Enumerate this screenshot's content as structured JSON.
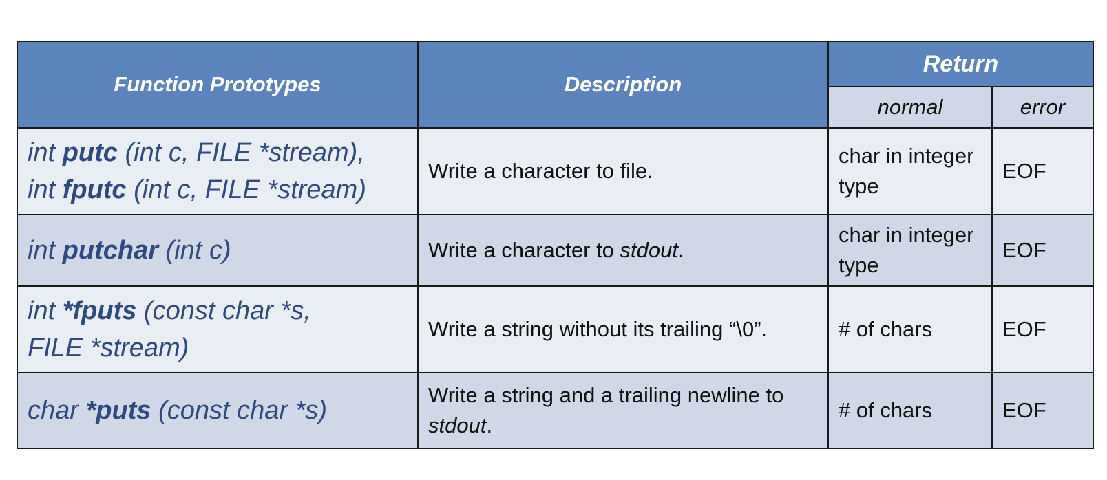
{
  "header": {
    "function_prototypes": "Function Prototypes",
    "description": "Description",
    "return": "Return",
    "normal": "normal",
    "error": "error"
  },
  "rows": [
    {
      "proto_lines": [
        {
          "a": "int ",
          "b": "putc",
          "c": " (int c, FILE *stream),"
        },
        {
          "a": "int ",
          "b": "fputc",
          "c": " (int c, FILE *stream)"
        }
      ],
      "description": "Write a character to file.",
      "description_em": "",
      "description_tail": "",
      "normal": "char in integer type",
      "error": "EOF"
    },
    {
      "proto_lines": [
        {
          "a": "int ",
          "b": "putchar",
          "c": " (int c)"
        }
      ],
      "description": "Write a character to ",
      "description_em": "stdout",
      "description_tail": ".",
      "normal": "char in integer type",
      "error": "EOF"
    },
    {
      "proto_lines": [
        {
          "a": "int ",
          "b": "*fputs",
          "c": " (const char *s,"
        },
        {
          "a": "FILE *stream)",
          "b": "",
          "c": ""
        }
      ],
      "description": "Write a string without its trailing “\\0”.",
      "description_em": "",
      "description_tail": "",
      "normal": "# of chars",
      "error": "EOF"
    },
    {
      "proto_lines": [
        {
          "a": "char ",
          "b": "*puts",
          "c": " (const char *s)"
        }
      ],
      "description": "Write a string and a trailing newline to ",
      "description_em": "stdout",
      "description_tail": ".",
      "normal": "# of chars",
      "error": "EOF"
    }
  ]
}
